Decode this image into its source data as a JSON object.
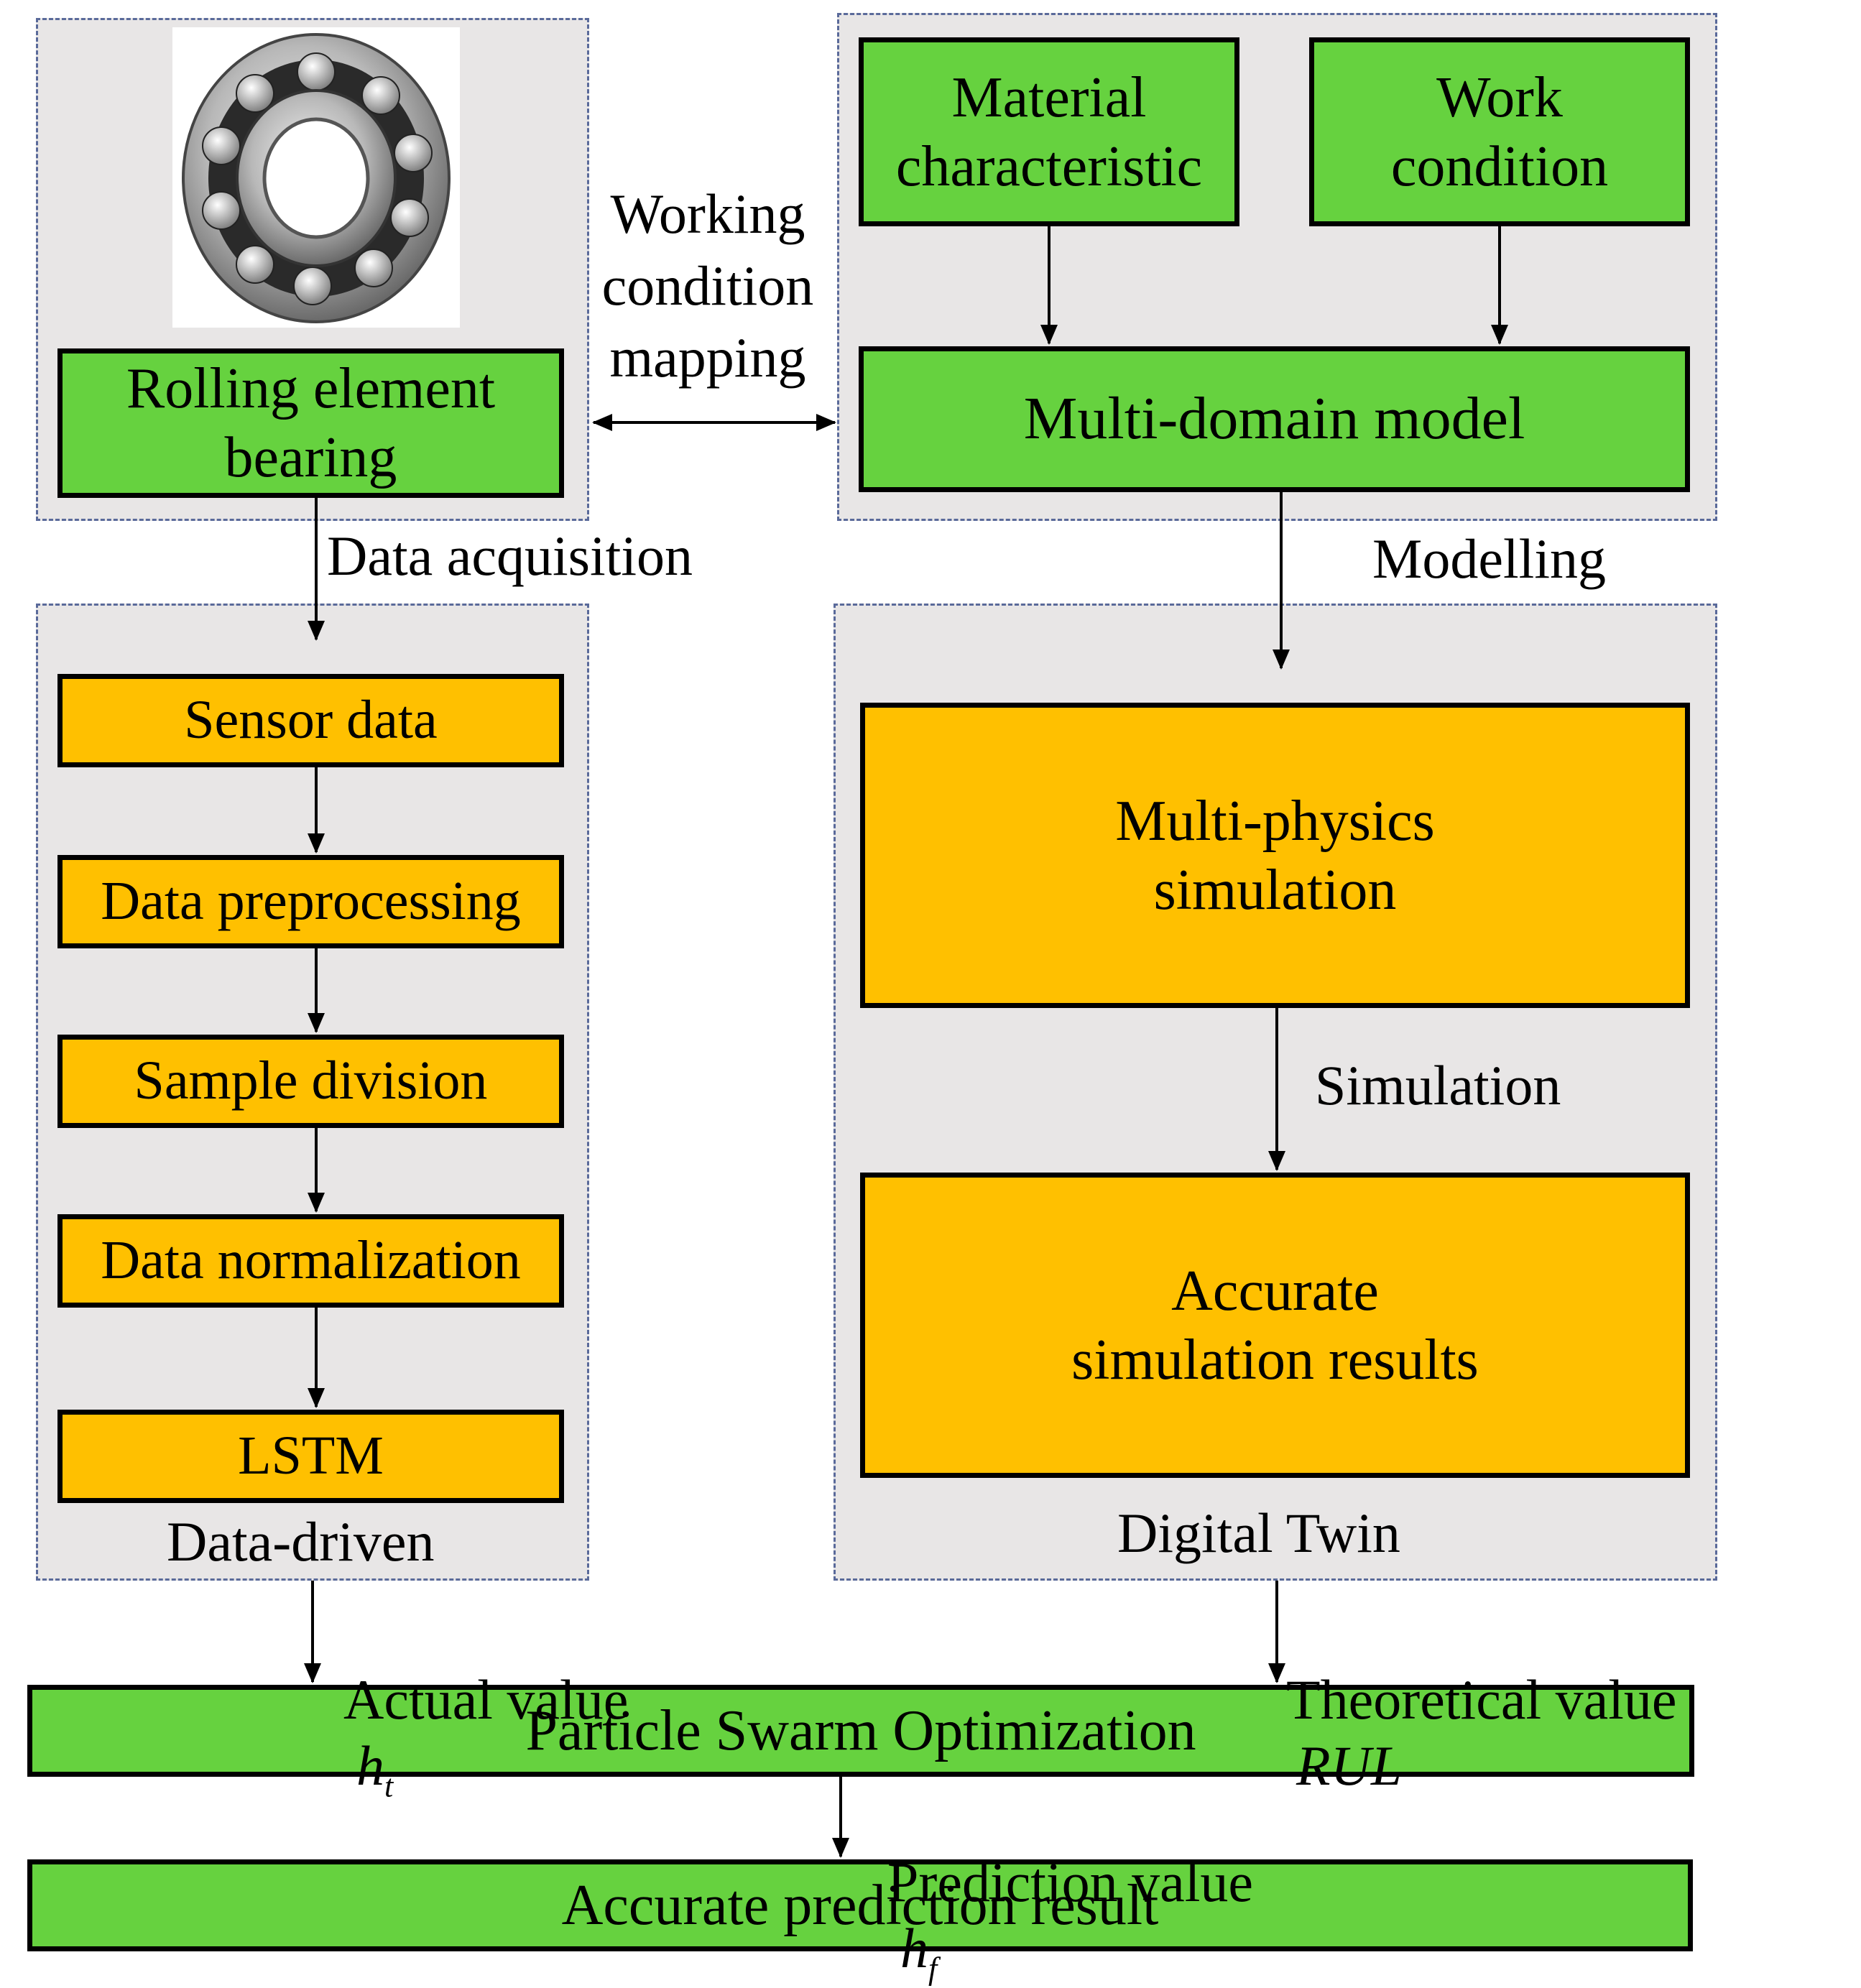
{
  "regions": {
    "bearing_label": "Rolling element\nbearing",
    "material": "Material\ncharacteristic",
    "work": "Work\ncondition",
    "multidomain": "Multi-domain  model",
    "data_driven_caption": "Data-driven",
    "digital_twin_caption": "Digital Twin"
  },
  "left_steps": [
    "Sensor  data",
    "Data  preprocessing",
    "Sample  division",
    "Data  normalization",
    "LSTM"
  ],
  "right_steps": {
    "multiphysics": "Multi-physics\nsimulation",
    "accurate_sim": "Accurate\nsimulation  results"
  },
  "labels": {
    "working_condition": "Working\ncondition\nmapping",
    "data_acquisition": "Data  acquisition",
    "modelling": "Modelling",
    "simulation": "Simulation",
    "actual_value": "Actual  value",
    "actual_symbol": "h",
    "actual_sub": "t",
    "theoretical_value": "Theoretical  value",
    "theoretical_symbol": "RUL",
    "prediction_value": "Prediction  value",
    "prediction_symbol": "h",
    "prediction_sub": "f"
  },
  "bottom": {
    "pso": "Particle  Swarm  Optimization",
    "result": "Accurate  prediction  result"
  },
  "colors": {
    "green": "#66d23f",
    "amber": "#ffc000",
    "region": "#e8e6e6"
  }
}
